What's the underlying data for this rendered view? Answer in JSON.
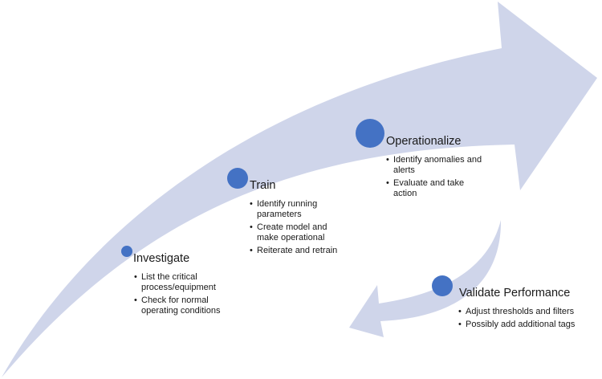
{
  "diagram": {
    "arrow_color": "#cfd5ea",
    "node_color": "#4472c4",
    "stages": [
      {
        "title": "Investigate",
        "bullets": [
          "List the critical process/equipment",
          "Check for normal operating conditions"
        ]
      },
      {
        "title": "Train",
        "bullets": [
          "Identify running parameters",
          "Create model and make operational",
          "Reiterate and retrain"
        ]
      },
      {
        "title": "Operationalize",
        "bullets": [
          "Identify anomalies and alerts",
          "Evaluate and take action"
        ]
      },
      {
        "title": "Validate Performance",
        "bullets": [
          "Adjust thresholds and filters",
          "Possibly add additional tags"
        ]
      }
    ]
  }
}
